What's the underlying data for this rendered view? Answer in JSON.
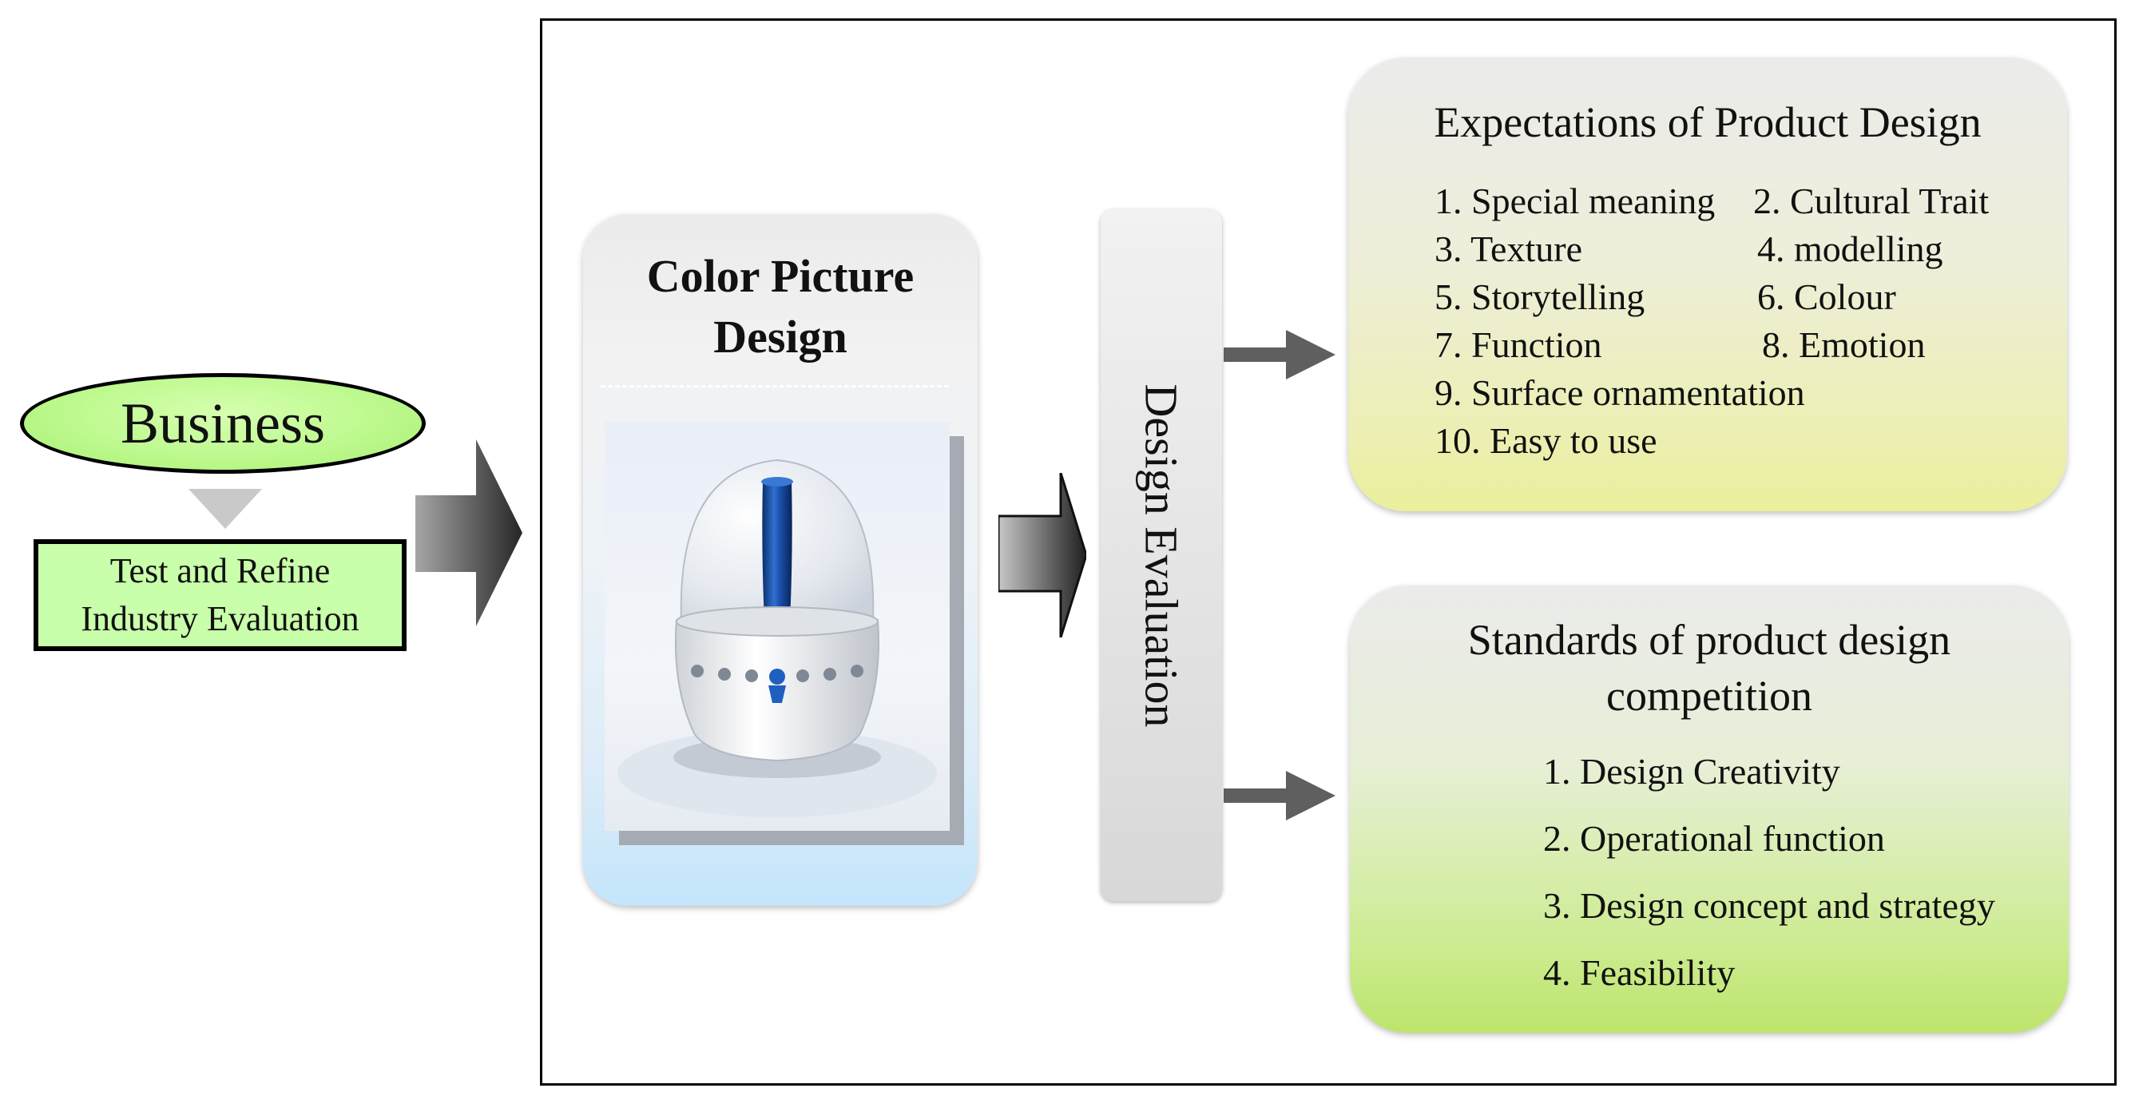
{
  "business": {
    "title": "Business",
    "box_line1": "Test and Refine",
    "box_line2": "Industry Evaluation"
  },
  "picture_card": {
    "title_line1": "Color Picture",
    "title_line2": "Design"
  },
  "evaluation": {
    "label": "Design Evaluation"
  },
  "expectations": {
    "title": "Expectations of Product Design",
    "items": [
      "1. Special meaning",
      "2. Cultural Trait",
      "3. Texture",
      "4. modelling",
      "5. Storytelling",
      "6. Colour",
      "7. Function",
      "8. Emotion",
      "9. Surface ornamentation",
      "10.  Easy to use"
    ]
  },
  "standards": {
    "title_line1": "Standards of product design",
    "title_line2": "competition",
    "items": [
      "1. Design Creativity",
      "2. Operational function",
      "3. Design concept and strategy",
      "4. Feasibility"
    ]
  },
  "colors": {
    "business_fill": "#bdf98e",
    "test_box_fill": "#c9ffaa",
    "arrow_gray": "#5f5f5f",
    "expectations_fill_bottom": "#ebef9c",
    "standards_fill_bottom": "#bde46b"
  }
}
